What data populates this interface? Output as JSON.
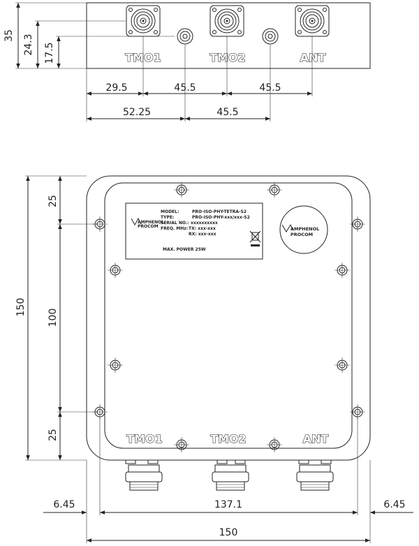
{
  "top_view": {
    "ports": [
      "TMO1",
      "TMO2",
      "ANT"
    ],
    "dims": {
      "height": "35",
      "h1": "24.3",
      "h2": "17.5",
      "x1": "29.5",
      "x2": "45.5",
      "x3": "45.5",
      "x4": "52.25",
      "x5": "45.5"
    }
  },
  "front_view": {
    "ports": [
      "TMO1",
      "TMO2",
      "ANT"
    ],
    "dims": {
      "height": "150",
      "top_offset": "25",
      "middle": "100",
      "bottom_offset": "25",
      "left_margin": "6.45",
      "hole_span": "137.1",
      "right_margin": "6.45",
      "width": "150"
    },
    "label_plate": {
      "brand_line1": "AMPHENOL",
      "brand_line2": "PROCOM",
      "model_key": "MODEL:",
      "model_val": "PRO-ISO-PHY-TETRA-S2",
      "type_key": "TYPE:",
      "type_val": "PRO-ISO-PHY-xxx/xxx-S2",
      "serial_key": "SERIAL NO.:",
      "serial_val": "xxxxxxxxxx",
      "freq_key": "FREQ. MHz:",
      "tx_val": "TX: xxx-xxx",
      "rx_val": "RX: xxx-xxx",
      "power": "MAX. POWER 25W"
    },
    "logo_disc": {
      "line1": "AMPHENOL",
      "line2": "PROCOM"
    }
  }
}
